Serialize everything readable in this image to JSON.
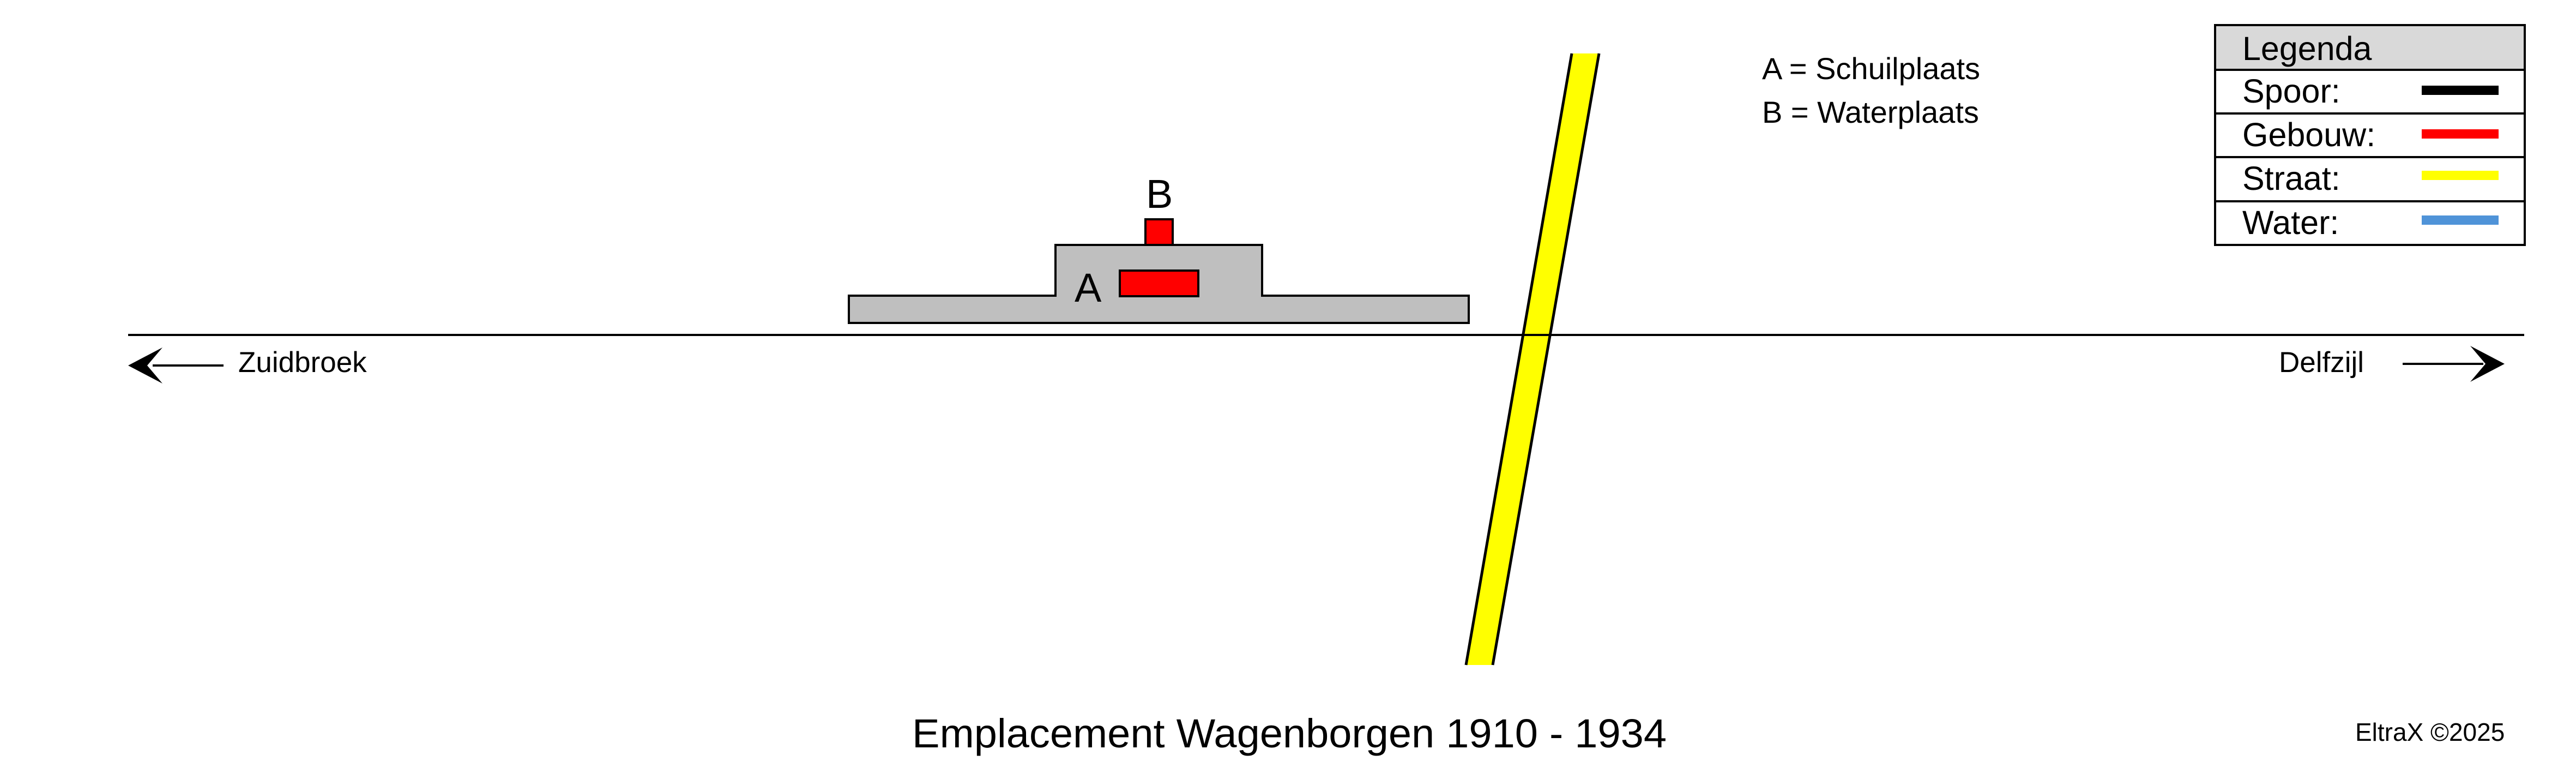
{
  "diagram": {
    "title": "Emplacement Wagenborgen 1910 - 1934",
    "credit": "EltraX ©2025",
    "directions": {
      "left": {
        "label": "Zuidbroek",
        "icon": "arrow-left-icon"
      },
      "right": {
        "label": "Delfzijl",
        "icon": "arrow-right-icon"
      }
    },
    "annotations": [
      {
        "key": "A",
        "text": "A = Schuilplaats"
      },
      {
        "key": "B",
        "text": "B = Waterplaats"
      }
    ],
    "labels": {
      "building_a": "A",
      "building_b": "B"
    },
    "colors": {
      "track": "#000000",
      "building": "#FF0000",
      "street": "#FFFF00",
      "water": "#4F93D8",
      "platform": "#BFBFBF",
      "legend_header": "#D9D9D9"
    }
  },
  "legend": {
    "title": "Legenda",
    "items": [
      {
        "label": "Spoor:",
        "color": "#000000"
      },
      {
        "label": "Gebouw:",
        "color": "#FF0000"
      },
      {
        "label": "Straat:",
        "color": "#FFFF00"
      },
      {
        "label": "Water:",
        "color": "#4F93D8"
      }
    ]
  }
}
